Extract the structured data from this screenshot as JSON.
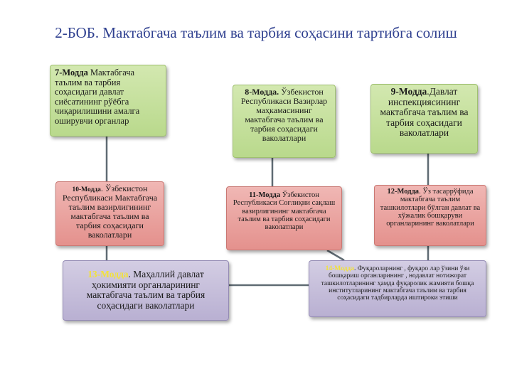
{
  "title": "2-БОБ. Мактабгача таълим ва тарбия соҳасини тартибга солиш",
  "nodes": {
    "m7": {
      "num": "7-Модда",
      "text": "Мактабгача таълим ва тарбия соҳасидаги давлат сиёсатининг рўёбга чиқарилишини амалга оширувчи органлар"
    },
    "m8": {
      "num": "8-Модда.",
      "text": " Ўзбекистон Республикаси Вазирлар маҳкамасининг мактабгача таълим ва тарбия соҳасидаги ваколатлари"
    },
    "m9": {
      "num": "9-Модда",
      "text": ".Давлат инспекциясининг мактабгача таълим ва тарбия соҳасидаги ваколатлари"
    },
    "m10": {
      "num": "10-Модда",
      "text": ". Ўзбекистон Республикаси Мактабгача таълим вазирлигининг мактабгача таълим ва тарбия соҳасидаги ваколатлари"
    },
    "m11": {
      "num": "11-Модда",
      "text": " Ўзбекистон Республикаси Соғлиқни сақлаш вазирлигининг мактабгача таълим ва тарбия соҳасидаги ваколатлари"
    },
    "m12": {
      "num": "12-Модда",
      "text": ". Ўз тасаррўфида мактабгача таълим ташкилотлари бўлган давлат ва хўжалик бошқаруви органларининг ваколатлари"
    },
    "m13": {
      "num": "13-Модда",
      "text": ". Маҳаллий давлат ҳокимияти органларининг мактабгача таълим ва тарбия соҳасидаги ваколатлари"
    },
    "m14": {
      "num": "14-Модда",
      "text": ". Фуқароларнинг , фуқаро лар ўзини ўзи бошқариш органларининг , нодавлат нотижорат ташкилотларининг ҳамда фуқаролик жамияти бошқа институтларининг мактабгача таълим ва тарбия соҳасидаги тадбирларда иштироки этиши"
    }
  },
  "colors": {
    "title": "#2e3f8f",
    "green": "#c5e09d",
    "red": "#eaa3a0",
    "purple": "#c6bfdb",
    "highlight": "#f2e23a",
    "line": "#5f6b73"
  }
}
